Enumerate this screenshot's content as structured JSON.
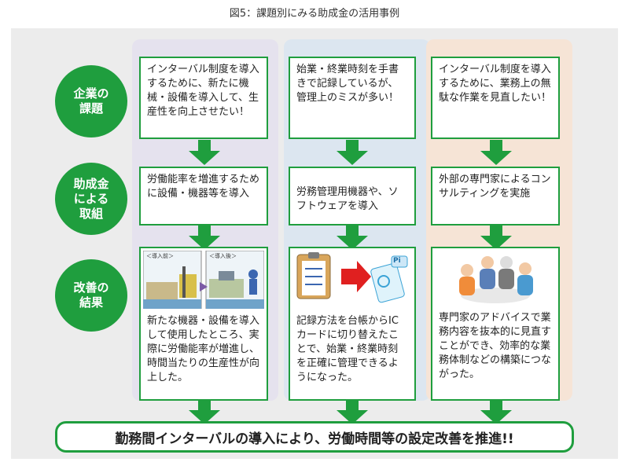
{
  "page_title": "図5：課題別にみる助成金の活用事例",
  "rows": {
    "row1": "企業の\n課題",
    "row2": "助成金\nによる\n取組",
    "row3": "改善の\n結果"
  },
  "columns": [
    {
      "issue": "インターバル制度を導入するために、新たに機械・設備を導入して、生産性を向上させたい！",
      "action": "労働能率を増進するために設備・機器等を導入",
      "result": "新たな機器・設備を導入して使用したところ、実際に労働能率が増進し、時間当たりの生産性が向上した。",
      "illus_labels": [
        "＜導入前＞",
        "＜導入後＞"
      ]
    },
    {
      "issue": "始業・終業時刻を手書きで記録しているが、管理上のミスが多い！",
      "action": "労務管理用機器や、ソフトウェアを導入",
      "result": "記録方法を台帳からICカードに切り替えたことで、始業・終業時刻を正確に管理できるようになった。",
      "illus_labels": [
        "Pi"
      ]
    },
    {
      "issue": "インターバル制度を導入するために、業務上の無駄な作業を見直したい！",
      "action": "外部の専門家によるコンサルティングを実施",
      "result": "専門家のアドバイスで業務内容を抜本的に見直すことができ、効率的な業務体制などの構築につながった。",
      "illus_labels": []
    }
  ],
  "banner": "勤務間インターバルの導入により、労働時間等の設定改善を推進!!",
  "colors": {
    "green": "#1f9e3e",
    "col1": "#e5e2ee",
    "col2": "#dce6f0",
    "col3": "#f6e4d6"
  }
}
